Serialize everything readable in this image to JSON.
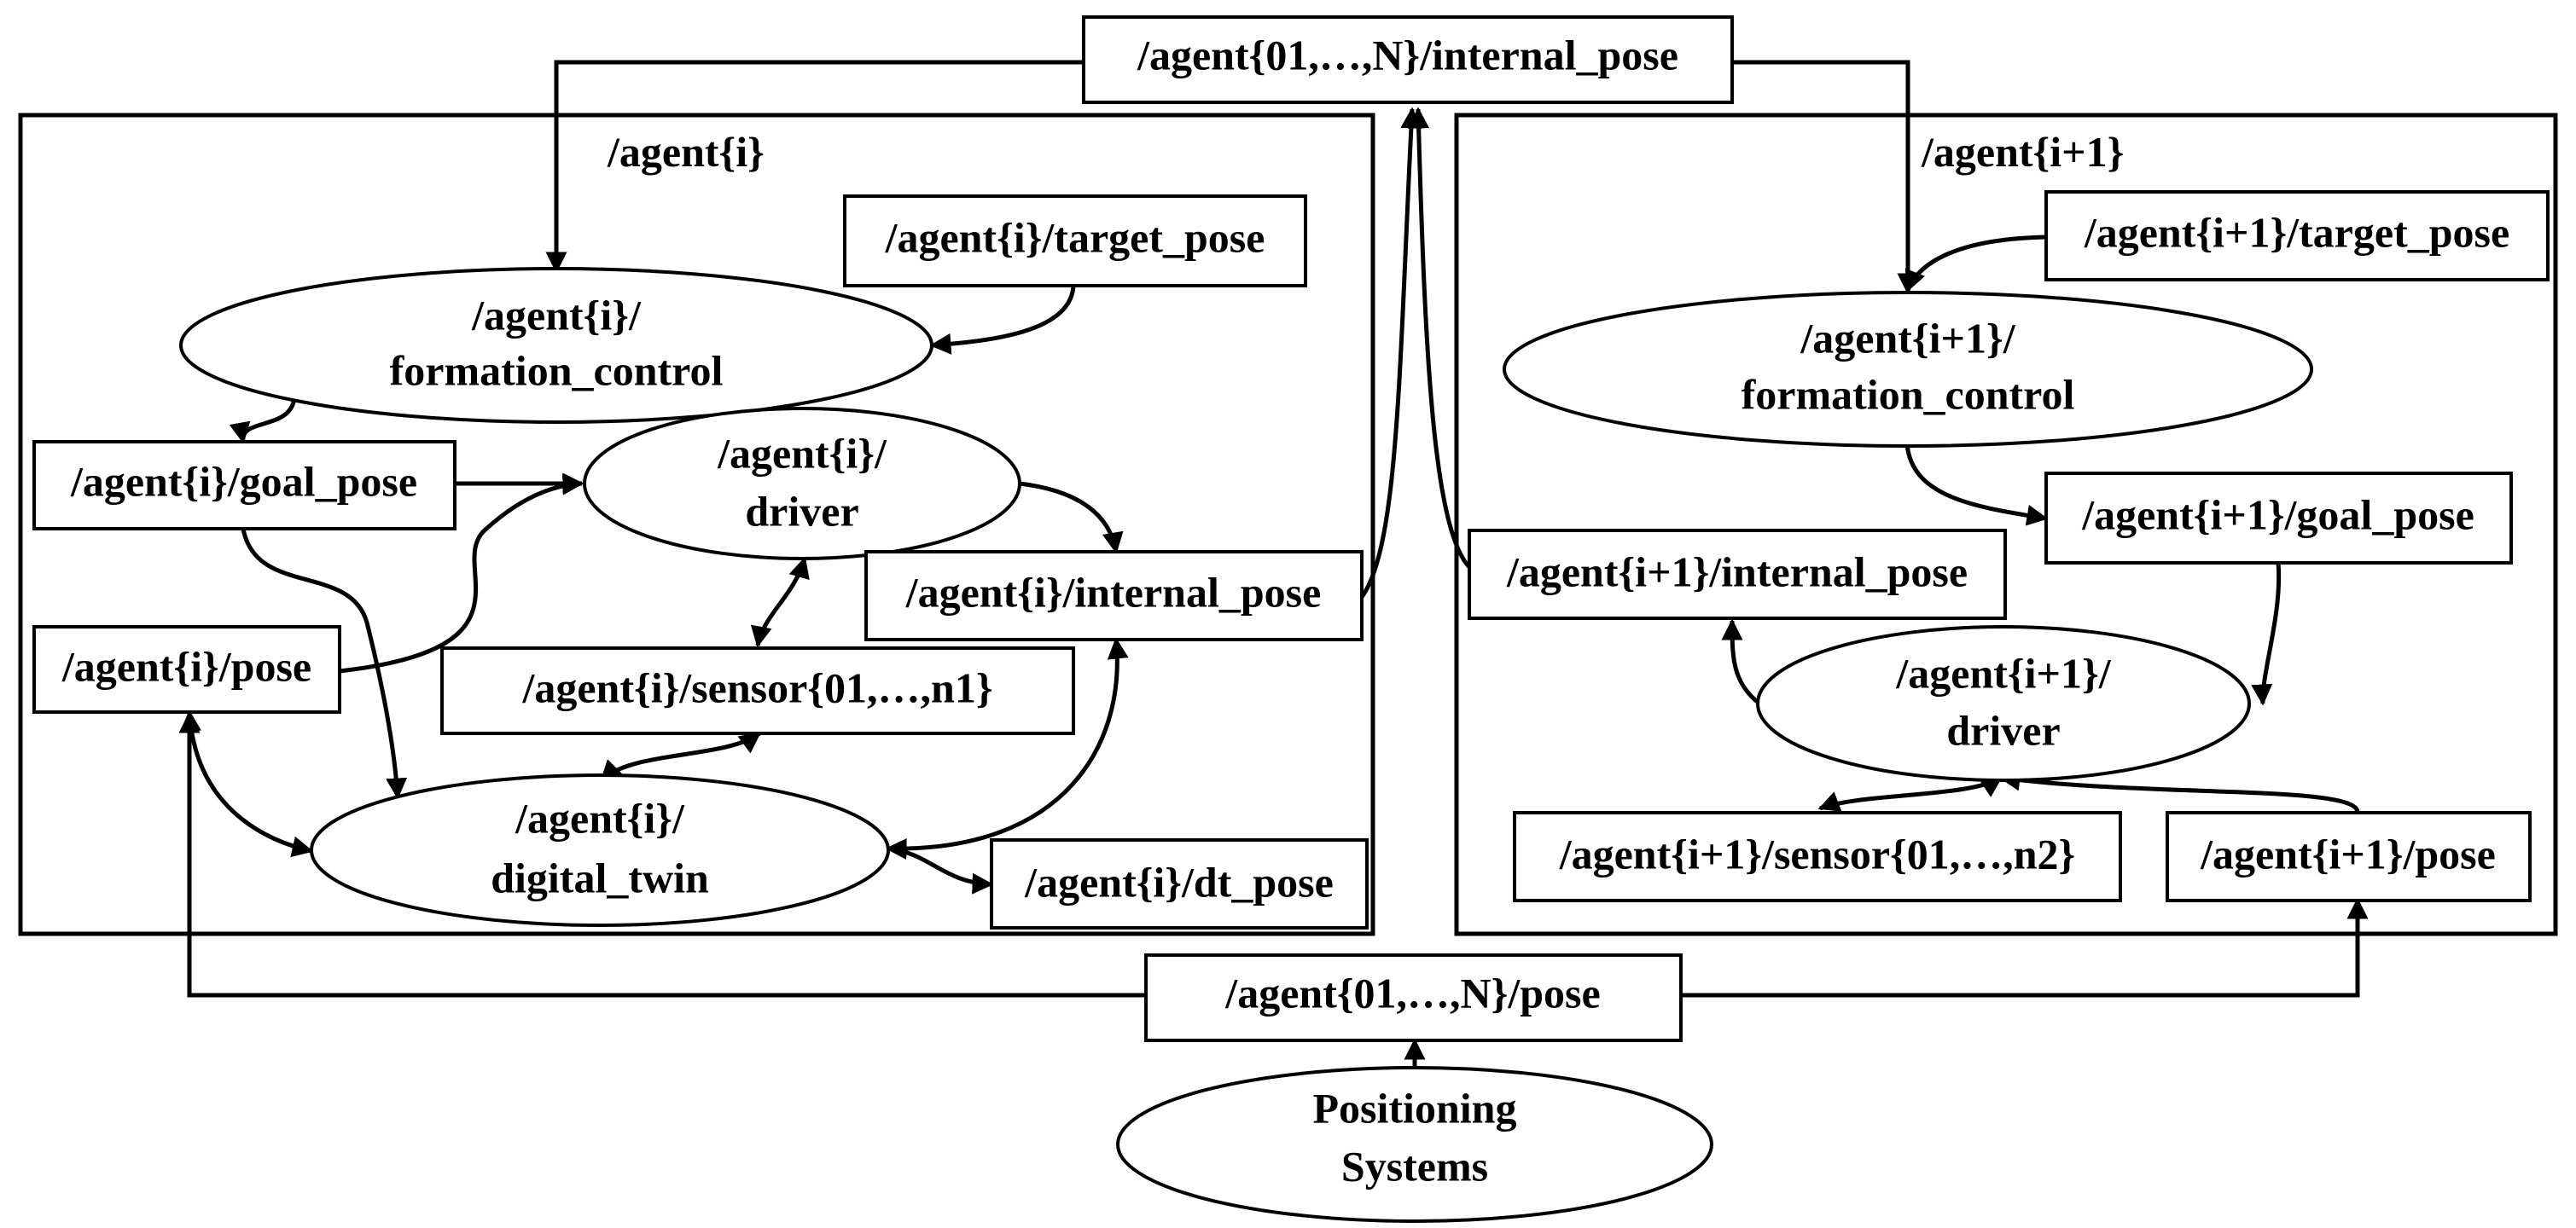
{
  "groups": {
    "agent_i": {
      "label": "/agent{i}"
    },
    "agent_i1": {
      "label": "/agent{i+1}"
    }
  },
  "global_topics": {
    "internal_pose": "/agent{01,…,N}/internal_pose",
    "pose": "/agent{01,…,N}/pose"
  },
  "positioning_systems": {
    "line1": "Positioning",
    "line2": "Systems"
  },
  "agent_i": {
    "target_pose": "/agent{i}/target_pose",
    "formation_control": {
      "line1": "/agent{i}/",
      "line2": "formation_control"
    },
    "goal_pose": "/agent{i}/goal_pose",
    "driver": {
      "line1": "/agent{i}/",
      "line2": "driver"
    },
    "internal_pose": "/agent{i}/internal_pose",
    "pose": "/agent{i}/pose",
    "sensor": "/agent{i}/sensor{01,…,n1}",
    "digital_twin": {
      "line1": "/agent{i}/",
      "line2": "digital_twin"
    },
    "dt_pose": "/agent{i}/dt_pose"
  },
  "agent_i1": {
    "target_pose": "/agent{i+1}/target_pose",
    "formation_control": {
      "line1": "/agent{i+1}/",
      "line2": "formation_control"
    },
    "goal_pose": "/agent{i+1}/goal_pose",
    "internal_pose": "/agent{i+1}/internal_pose",
    "driver": {
      "line1": "/agent{i+1}/",
      "line2": "driver"
    },
    "sensor": "/agent{i+1}/sensor{01,…,n2}",
    "pose": "/agent{i+1}/pose"
  }
}
